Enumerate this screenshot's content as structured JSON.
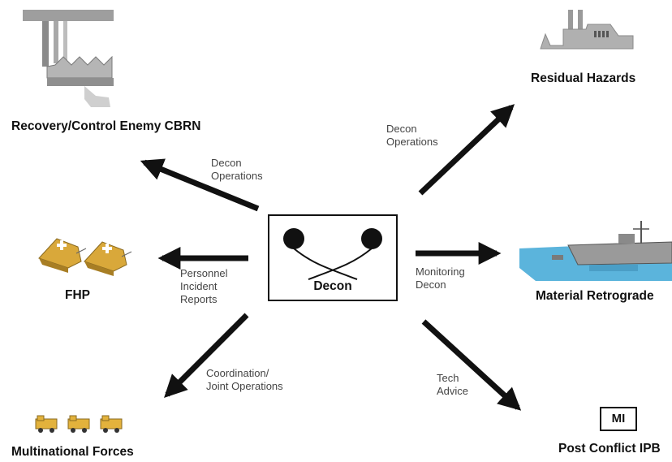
{
  "center": {
    "label": "Decon"
  },
  "nodes": {
    "recovery": {
      "label": "Recovery/Control Enemy CBRN"
    },
    "residual": {
      "label": "Residual Hazards"
    },
    "fhp": {
      "label": "FHP"
    },
    "retrograde": {
      "label": "Material Retrograde"
    },
    "multinational": {
      "label": "Multinational Forces"
    },
    "postconflict": {
      "label": "Post Conflict IPB",
      "badge": "MI"
    }
  },
  "edges": {
    "to_recovery": [
      "Decon",
      "Operations"
    ],
    "to_residual": [
      "Decon",
      "Operations"
    ],
    "to_fhp": [
      "Personnel",
      "Incident",
      "Reports"
    ],
    "to_retrograde": [
      "Monitoring",
      "Decon"
    ],
    "to_multinational": [
      "Coordination/",
      "Joint Operations"
    ],
    "to_postconflict": [
      "Tech",
      "Advice"
    ]
  },
  "colors": {
    "line": "#111111",
    "water": "#5bb4dc",
    "ship": "#9a9a9a",
    "tent": "#d9a83a",
    "truck": "#e3b23c",
    "plant": "#b5b5b5"
  }
}
